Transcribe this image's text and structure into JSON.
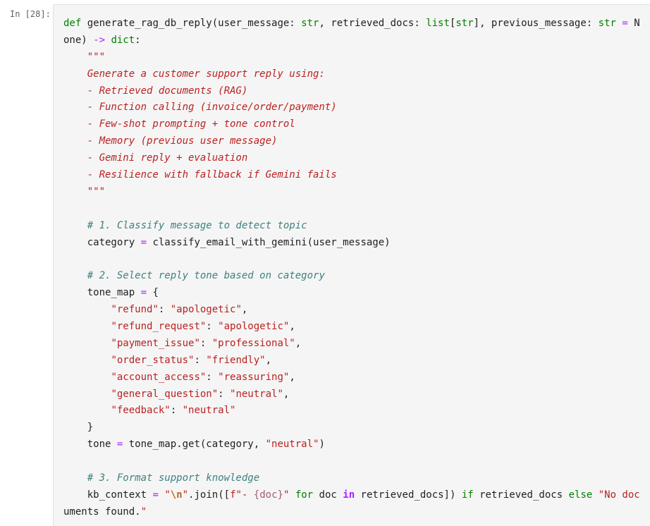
{
  "cell": {
    "prompt": "In [28]:"
  },
  "code": {
    "lines": [
      "def generate_rag_db_reply(user_message: str, retrieved_docs: list[str], previous_message: str = N",
      "one) -> dict:",
      "    \"\"\"",
      "    Generate a customer support reply using:",
      "    - Retrieved documents (RAG)",
      "    - Function calling (invoice/order/payment)",
      "    - Few-shot prompting + tone control",
      "    - Memory (previous user message)",
      "    - Gemini reply + evaluation",
      "    - Resilience with fallback if Gemini fails",
      "    \"\"\"",
      "",
      "    # 1. Classify message to detect topic",
      "    category = classify_email_with_gemini(user_message)",
      "",
      "    # 2. Select reply tone based on category",
      "    tone_map = {",
      "        \"refund\": \"apologetic\",",
      "        \"refund_request\": \"apologetic\",",
      "        \"payment_issue\": \"professional\",",
      "        \"order_status\": \"friendly\",",
      "        \"account_access\": \"reassuring\",",
      "        \"general_question\": \"neutral\",",
      "        \"feedback\": \"neutral\"",
      "    }",
      "    tone = tone_map.get(category, \"neutral\")",
      "",
      "    # 3. Format support knowledge",
      "    kb_context = \"\\n\".join([f\"- {doc}\" for doc in retrieved_docs]) if retrieved_docs else \"No doc",
      "uments found.\""
    ]
  }
}
